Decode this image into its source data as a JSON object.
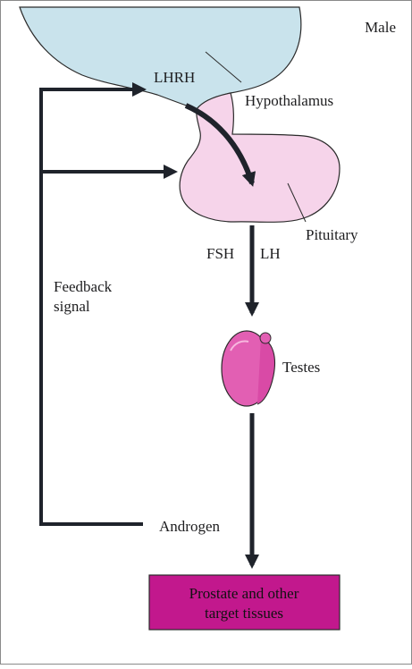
{
  "diagram": {
    "sex_label": "Male",
    "hormone_lhrh": "LHRH",
    "hypothalamus_label": "Hypothalamus",
    "pituitary_label": "Pituitary",
    "hormone_fsh": "FSH",
    "hormone_lh": "LH",
    "feedback_label_line1": "Feedback",
    "feedback_label_line2": "signal",
    "testes_label": "Testes",
    "androgen_label": "Androgen",
    "target_line1": "Prostate and other",
    "target_line2": "target tissues"
  },
  "colors": {
    "hypothalamus_fill": "#c9e3ec",
    "pituitary_fill": "#f6d4ea",
    "testes_fill": "#e25fb3",
    "target_box_fill": "#c2188d",
    "arrow": "#1f232b"
  }
}
